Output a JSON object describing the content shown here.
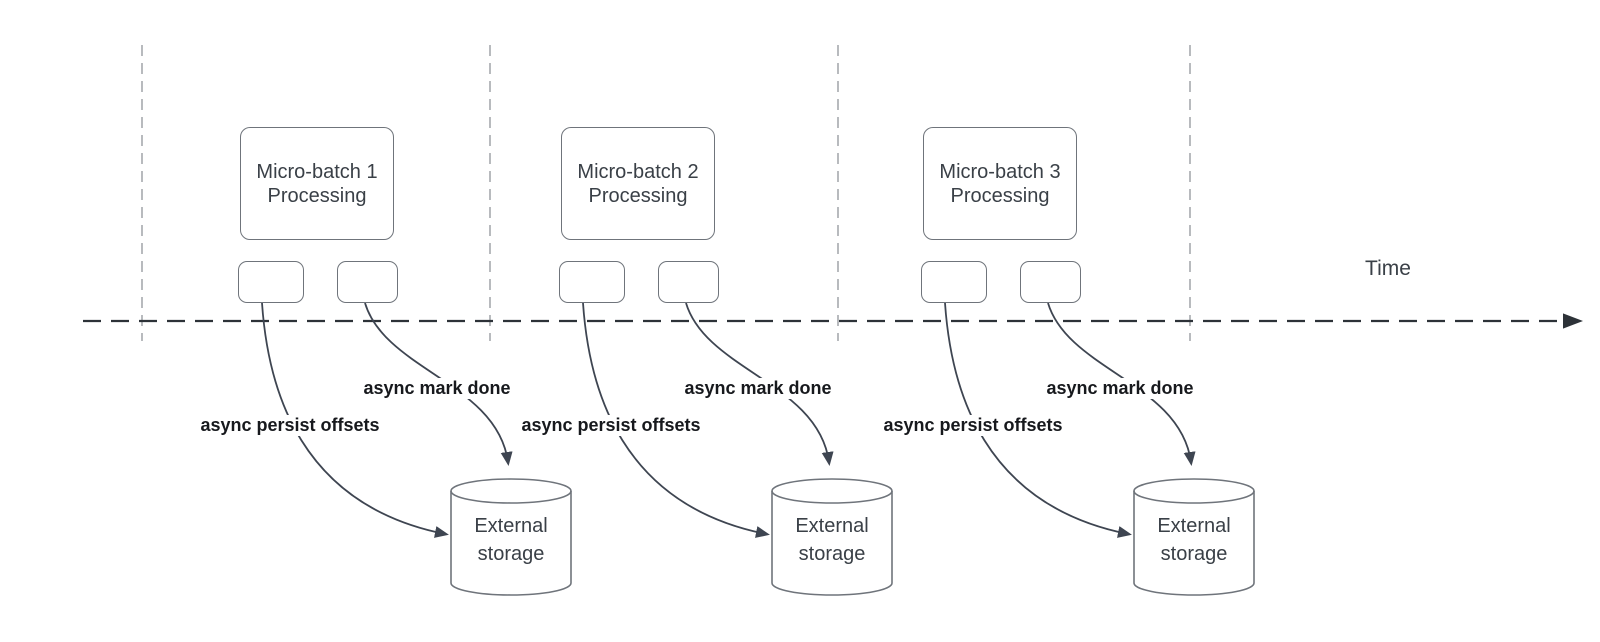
{
  "timeline": {
    "label": "Time"
  },
  "sections": [
    {
      "box_line1": "Micro-batch 1",
      "box_line2": "Processing",
      "persist_label": "async persist offsets",
      "mark_done_label": "async mark done",
      "storage_line1": "External",
      "storage_line2": "storage"
    },
    {
      "box_line1": "Micro-batch 2",
      "box_line2": "Processing",
      "persist_label": "async persist offsets",
      "mark_done_label": "async mark done",
      "storage_line1": "External",
      "storage_line2": "storage"
    },
    {
      "box_line1": "Micro-batch 3",
      "box_line2": "Processing",
      "persist_label": "async persist offsets",
      "mark_done_label": "async mark done",
      "storage_line1": "External",
      "storage_line2": "storage"
    }
  ],
  "colors": {
    "background": "#ffffff",
    "time_axis": "#2d3238",
    "guide_line": "#a6aaae",
    "arrow": "#3e4551",
    "shape_border": "#6f747b",
    "shape_text": "#3a4047",
    "label_text": "#17191d"
  }
}
